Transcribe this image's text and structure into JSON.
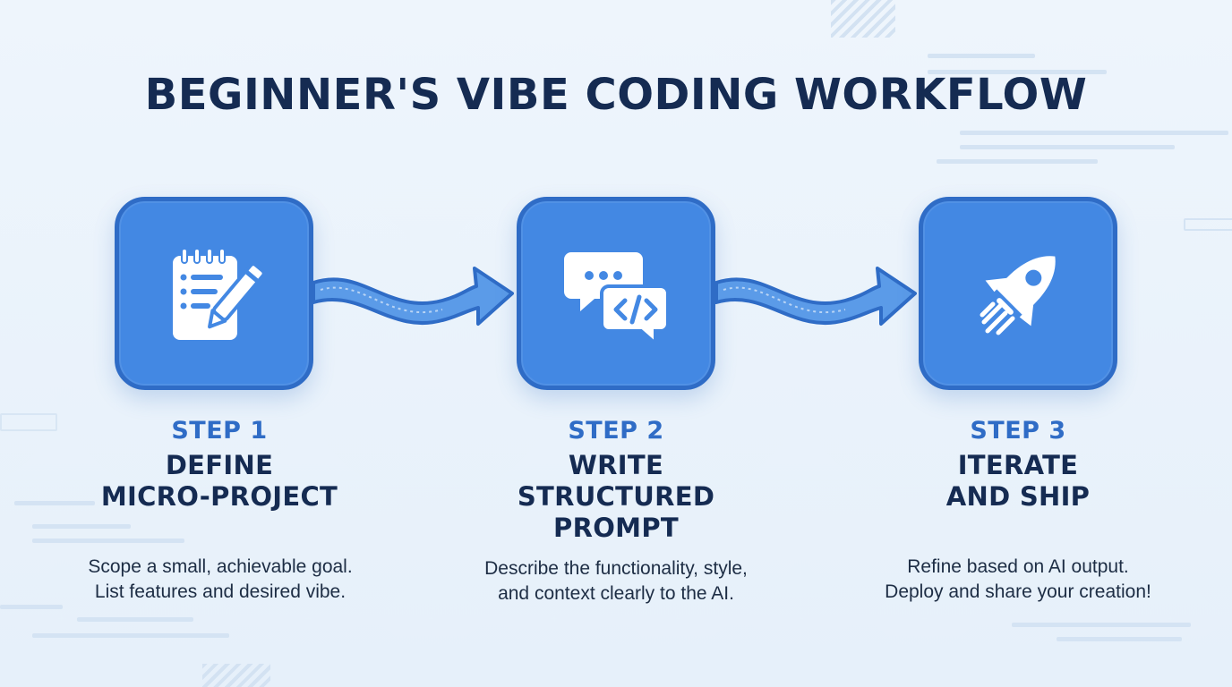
{
  "title": "BEGINNER'S VIBE CODING WORKFLOW",
  "colors": {
    "background": "#eaf3fb",
    "tile_fill": "#4388e3",
    "tile_border": "#2f6cc6",
    "title_text": "#152b52",
    "step_number": "#2f6cc6",
    "body_text": "#1d2d44"
  },
  "steps": [
    {
      "number": "STEP 1",
      "name": "DEFINE\nMICRO-PROJECT",
      "description": "Scope a small, achievable goal.\nList features and desired vibe.",
      "icon": "notepad-pencil-icon"
    },
    {
      "number": "STEP 2",
      "name": "WRITE\nSTRUCTURED\nPROMPT",
      "description": "Describe the functionality, style,\nand context clearly to the AI.",
      "icon": "chat-code-bubbles-icon"
    },
    {
      "number": "STEP 3",
      "name": "ITERATE\nAND SHIP",
      "description": "Refine based on AI output.\nDeploy and share your creation!",
      "icon": "rocket-icon"
    }
  ],
  "connectors": [
    {
      "icon": "wavy-arrow-icon"
    },
    {
      "icon": "wavy-arrow-icon"
    }
  ]
}
